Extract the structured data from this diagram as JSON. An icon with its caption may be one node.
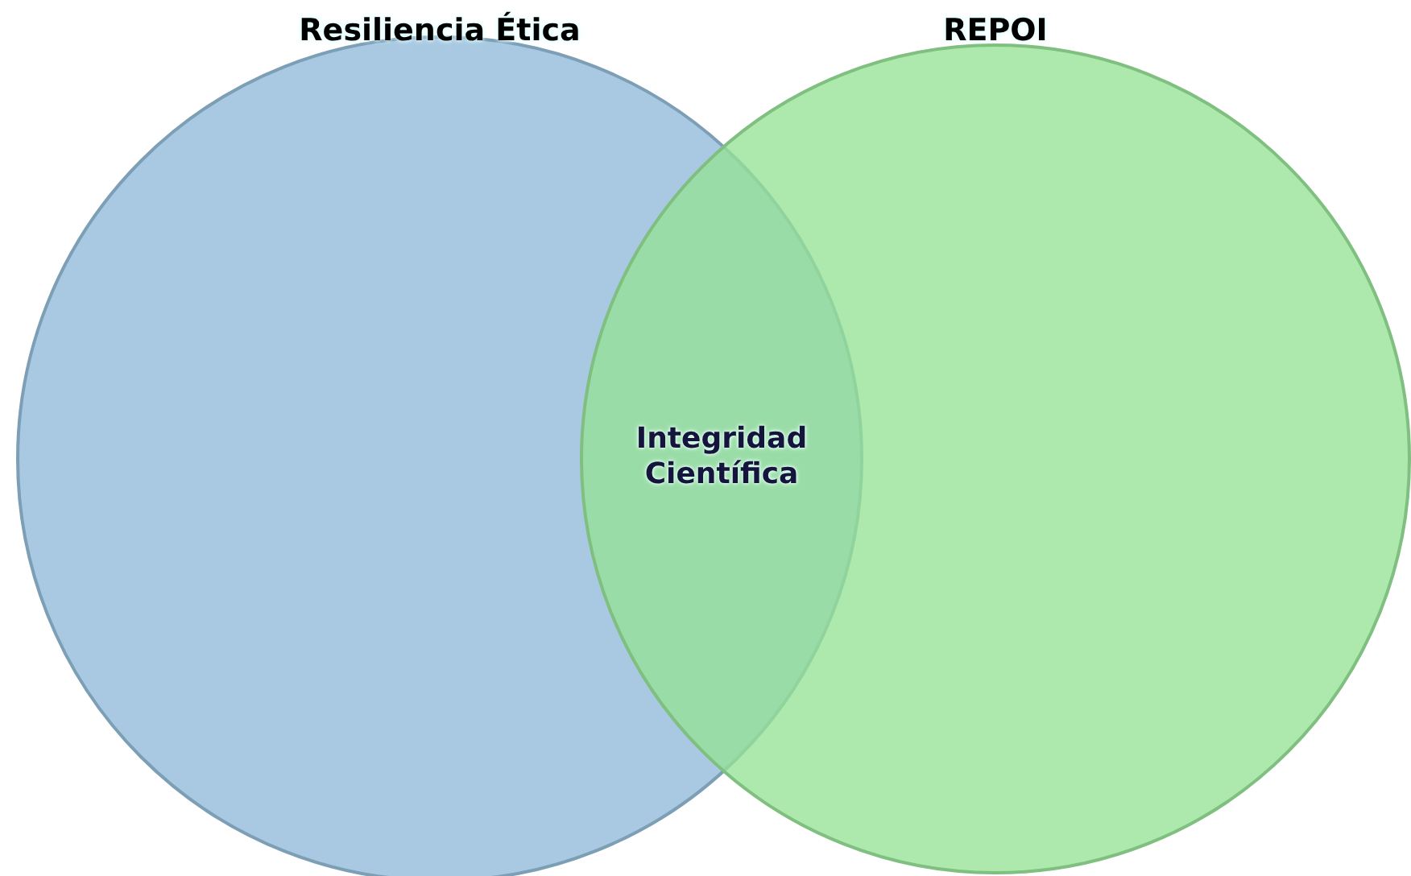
{
  "diagram": {
    "nodes": [
      {
        "text": [
          "Resiliencia Ética"
        ]
      },
      {
        "text": [
          "REPOI"
        ]
      }
    ],
    "labels": [
      "Integridad Científica"
    ]
  }
}
